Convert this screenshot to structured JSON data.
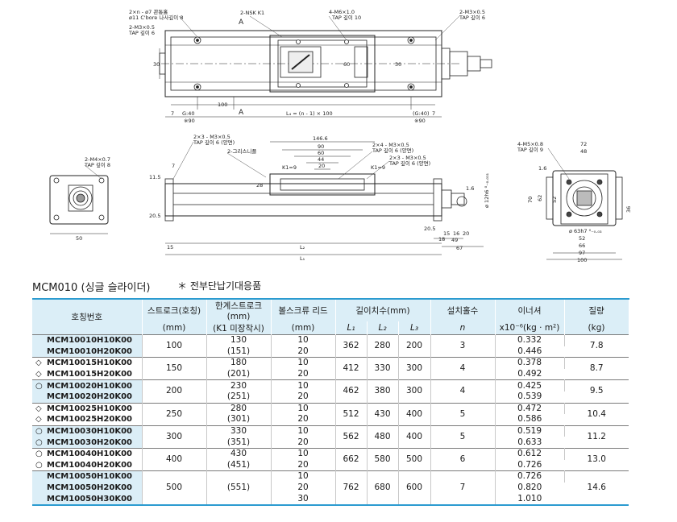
{
  "drawing_labels": {
    "top_view": {
      "a1": "2×n - ø7 관통홀",
      "a2": "ø11 C'bore 나사깊이 8",
      "a3": "2-M3×0.5",
      "a4": "TAP 깊이 6",
      "b1": "2-NSK K1",
      "c1": "4-M6×1.0",
      "c2": "TAP 깊이 10",
      "d1": "2-M3×0.5",
      "d2": "TAP 깊이 6",
      "section_a_left": "A",
      "section_a_right": "A",
      "dim_30_left": "30",
      "dim_30_right": "30",
      "dim_60": "60",
      "dim_100": "100",
      "dim_7_left": "7",
      "dim_7_right": "7",
      "dim_g40_left": "G:40",
      "dim_g40_right": "(G:40)",
      "dim_90_left": "※90",
      "dim_90_right": "※90",
      "dim_l4": "L₄ = (n - 1) × 100"
    },
    "side_left": {
      "a1": "2-M4×0.7",
      "a2": "TAP 깊이 8",
      "dim_50": "50"
    },
    "front_view": {
      "a1": "2×3 - M3×0.5",
      "a2": "TAP 깊이 6 (양면)",
      "b1": "2-그리스니플",
      "c1": "2×4 - M3×0.5",
      "c2": "TAP 깊이 6 (양면)",
      "d1": "2×3 - M3×0.5",
      "d2": "TAP 깊이 6 (양면)",
      "dim_146": "146.6",
      "dim_90": "90",
      "dim_60": "60",
      "dim_44": "44",
      "dim_20": "20",
      "k1_left": "K1=9",
      "k1_right": "K1=9",
      "dim_7": "7",
      "dim_11_5": "11.5",
      "dim_20_5": "20.5",
      "dim_28": "28",
      "dim_15_left": "15",
      "dim_l2": "L₂",
      "dim_l1": "L₁",
      "dim_20_5_right": "20.5",
      "dim_18": "18",
      "dim_15": "15",
      "dim_16": "16",
      "dim_20_r": "20",
      "dim_49": "49",
      "dim_67": "67",
      "dim_1_6": "1.6",
      "dim_12h6": "ø 12h6 ⁰₋₀.₀₁₁"
    },
    "end_view": {
      "a1": "4-M5×0.8",
      "a2": "TAP 깊이 9",
      "dim_72": "72",
      "dim_48": "48",
      "dim_1_6": "1.6",
      "dim_70": "70",
      "dim_62": "62",
      "dim_52": "52",
      "dim_36": "36",
      "dim_63h7": "ø 63h7 ⁰₋₀.₀₃",
      "dim_52b": "52",
      "dim_66": "66",
      "dim_97": "97",
      "dim_100": "100"
    }
  },
  "section": {
    "title": "MCM010 (싱글 슬라이더)",
    "note": "＊ 전부단납기대응품"
  },
  "table": {
    "headers": {
      "code": "호칭번호",
      "stroke": "스트로크(호칭)",
      "limit_stroke": "한계스트로크(mm)",
      "lead": "볼스크류 리드",
      "length": "길이치수(mm)",
      "holes": "설치홀수",
      "inertia": "이너셔",
      "mass": "질량"
    },
    "subheaders": {
      "stroke_unit": "(mm)",
      "limit_note": "(K1 미장착시)",
      "lead_unit": "(mm)",
      "l1": "L₁",
      "l2": "L₂",
      "l3": "L₃",
      "holes_var": "n",
      "inertia_unit": "x10⁻⁶(kg · m²)",
      "mass_unit": "(kg)"
    },
    "groups": [
      {
        "shaded": true,
        "stroke": "100",
        "l1": "362",
        "l2": "280",
        "l3": "200",
        "holes": "3",
        "mass": "7.8",
        "rows": [
          {
            "mark": "",
            "code": "MCM10010H10K00",
            "limit": "130",
            "lead": "10",
            "inertia": "0.332"
          },
          {
            "mark": "",
            "code": "MCM10010H20K00",
            "limit": "(151)",
            "lead": "20",
            "inertia": "0.446"
          }
        ]
      },
      {
        "shaded": false,
        "stroke": "150",
        "l1": "412",
        "l2": "330",
        "l3": "300",
        "holes": "4",
        "mass": "8.7",
        "rows": [
          {
            "mark": "◇",
            "code": "MCM10015H10K00",
            "limit": "180",
            "lead": "10",
            "inertia": "0.378"
          },
          {
            "mark": "◇",
            "code": "MCM10015H20K00",
            "limit": "(201)",
            "lead": "20",
            "inertia": "0.492"
          }
        ]
      },
      {
        "shaded": true,
        "stroke": "200",
        "l1": "462",
        "l2": "380",
        "l3": "300",
        "holes": "4",
        "mass": "9.5",
        "rows": [
          {
            "mark": "○",
            "code": "MCM10020H10K00",
            "limit": "230",
            "lead": "10",
            "inertia": "0.425"
          },
          {
            "mark": "",
            "code": "MCM10020H20K00",
            "limit": "(251)",
            "lead": "20",
            "inertia": "0.539"
          }
        ]
      },
      {
        "shaded": false,
        "stroke": "250",
        "l1": "512",
        "l2": "430",
        "l3": "400",
        "holes": "5",
        "mass": "10.4",
        "rows": [
          {
            "mark": "◇",
            "code": "MCM10025H10K00",
            "limit": "280",
            "lead": "10",
            "inertia": "0.472"
          },
          {
            "mark": "◇",
            "code": "MCM10025H20K00",
            "limit": "(301)",
            "lead": "20",
            "inertia": "0.586"
          }
        ]
      },
      {
        "shaded": true,
        "stroke": "300",
        "l1": "562",
        "l2": "480",
        "l3": "400",
        "holes": "5",
        "mass": "11.2",
        "rows": [
          {
            "mark": "○",
            "code": "MCM10030H10K00",
            "limit": "330",
            "lead": "10",
            "inertia": "0.519"
          },
          {
            "mark": "○",
            "code": "MCM10030H20K00",
            "limit": "(351)",
            "lead": "20",
            "inertia": "0.633"
          }
        ]
      },
      {
        "shaded": false,
        "stroke": "400",
        "l1": "662",
        "l2": "580",
        "l3": "500",
        "holes": "6",
        "mass": "13.0",
        "rows": [
          {
            "mark": "○",
            "code": "MCM10040H10K00",
            "limit": "430",
            "lead": "10",
            "inertia": "0.612"
          },
          {
            "mark": "○",
            "code": "MCM10040H20K00",
            "limit": "(451)",
            "lead": "20",
            "inertia": "0.726"
          }
        ]
      },
      {
        "shaded": true,
        "stroke": "500",
        "l1": "762",
        "l2": "680",
        "l3": "600",
        "holes": "7",
        "mass": "14.6",
        "rows": [
          {
            "mark": "",
            "code": "MCM10050H10K00",
            "limit": "",
            "lead": "10",
            "inertia": "0.726"
          },
          {
            "mark": "",
            "code": "MCM10050H20K00",
            "limit": "(551)",
            "lead": "20",
            "inertia": "0.820"
          },
          {
            "mark": "",
            "code": "MCM10050H30K00",
            "limit": "",
            "lead": "30",
            "inertia": "1.010"
          }
        ]
      }
    ]
  }
}
